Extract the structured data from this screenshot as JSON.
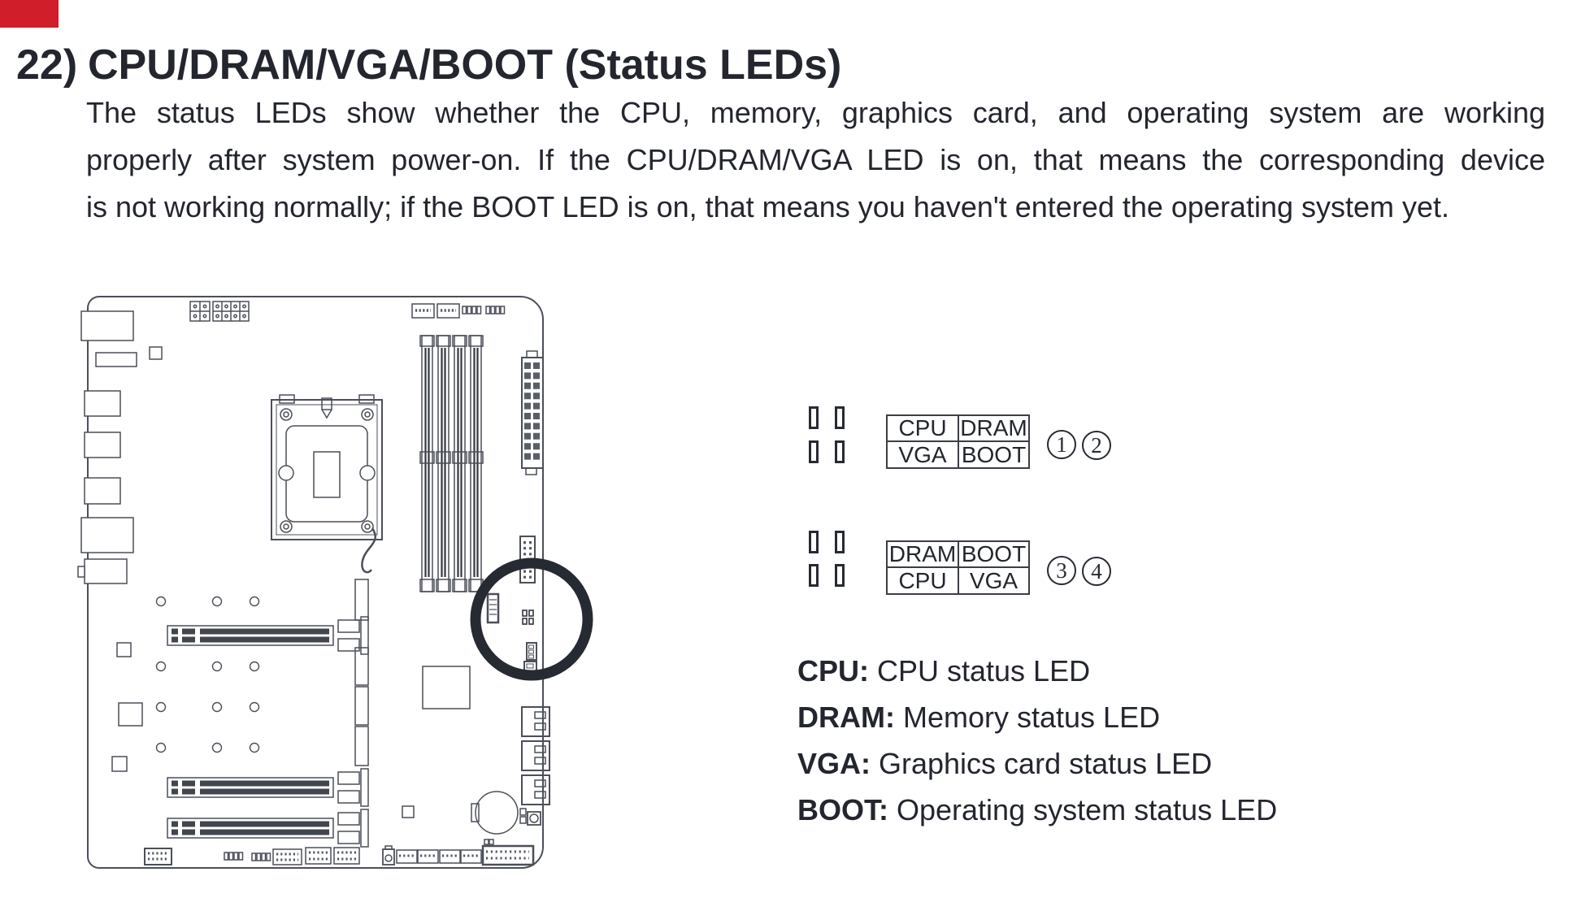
{
  "page": {
    "background": "#ffffff",
    "text_color": "#23262e"
  },
  "corner_mark": {
    "color": "#d01f2a"
  },
  "section": {
    "number": "22)",
    "title": "CPU/DRAM/VGA/BOOT (Status LEDs)"
  },
  "paragraph": {
    "lines": [
      "The status LEDs show whether the CPU, memory, graphics card, and operating system are working",
      "properly after system power-on. If the CPU/DRAM/VGA LED is on, that means the corresponding device",
      "is not working normally; if the BOOT LED is on, that means you haven't entered the operating system yet."
    ]
  },
  "led_diagrams": [
    {
      "cells": [
        [
          "CPU",
          "DRAM"
        ],
        [
          "VGA",
          "BOOT"
        ]
      ],
      "callouts": [
        "1",
        "2"
      ]
    },
    {
      "cells": [
        [
          "DRAM",
          "BOOT"
        ],
        [
          "CPU",
          "VGA"
        ]
      ],
      "callouts": [
        "3",
        "4"
      ]
    }
  ],
  "legend": {
    "items": [
      {
        "label": "CPU:",
        "desc": "CPU status LED"
      },
      {
        "label": "DRAM:",
        "desc": "Memory status LED"
      },
      {
        "label": "VGA:",
        "desc": "Graphics card status LED"
      },
      {
        "label": "BOOT:",
        "desc": "Operating system status LED"
      }
    ]
  },
  "diagram": {
    "name": "motherboard status LED location",
    "highlight": "status-led-group"
  }
}
